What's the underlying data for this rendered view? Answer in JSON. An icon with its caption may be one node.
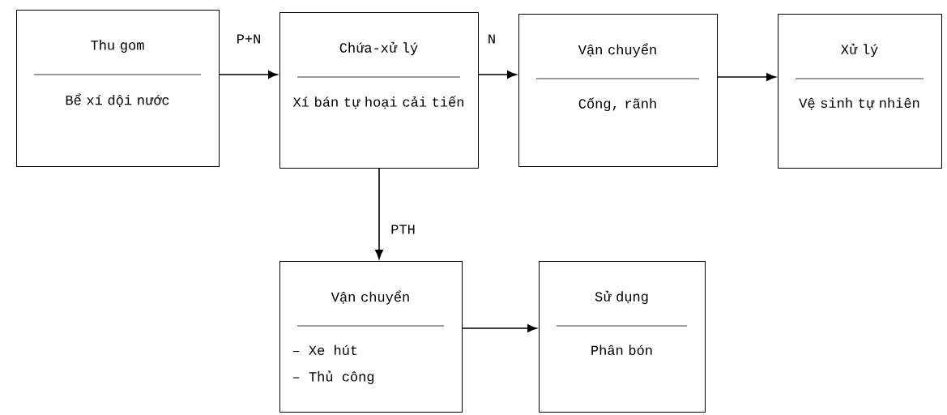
{
  "diagram": {
    "nodes": [
      {
        "text": [
          "Thu gom",
          "Bể xí dội nước"
        ]
      },
      {
        "text": [
          "Chứa-xử lý",
          "Xí bán tự hoại cải tiến"
        ]
      },
      {
        "text": [
          "Vận chuyển",
          "Cống, rãnh"
        ]
      },
      {
        "text": [
          "Xử lý",
          "Vệ sinh tự nhiên"
        ]
      },
      {
        "text": [
          "Vận chuyển",
          "– Xe hút",
          "– Thủ công"
        ]
      },
      {
        "text": [
          "Sử dụng",
          "Phân bón"
        ]
      }
    ],
    "edges": [
      {
        "from": 0,
        "to": 1,
        "arrow": "to",
        "label": "P+N"
      },
      {
        "from": 1,
        "to": 2,
        "arrow": "to",
        "label": "N"
      },
      {
        "from": 2,
        "to": 3,
        "arrow": "to"
      },
      {
        "from": 1,
        "to": 4,
        "arrow": "to",
        "label": "PTH"
      },
      {
        "from": 4,
        "to": 5,
        "arrow": "to"
      }
    ]
  }
}
